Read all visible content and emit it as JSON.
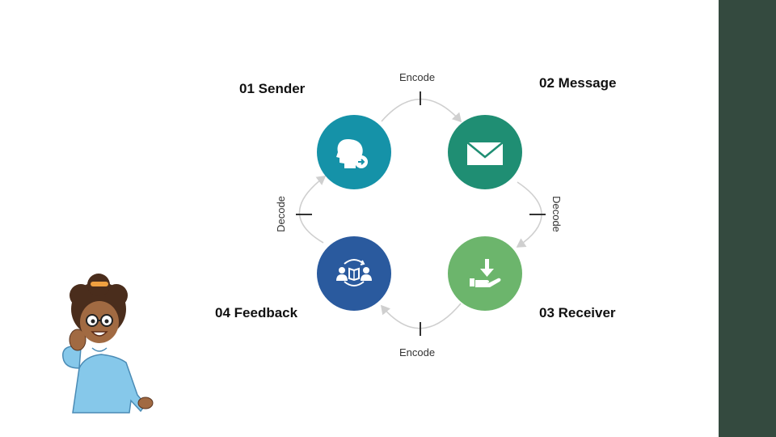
{
  "colors": {
    "side_bar": "#344a3f",
    "sender": "#1592a8",
    "message": "#1f8e73",
    "receiver": "#6cb56c",
    "feedback": "#2a5a9e",
    "arc": "#cfcfcf"
  },
  "stages": {
    "sender": {
      "number": "01",
      "title": "Sender",
      "icon": "head-arrow-icon"
    },
    "message": {
      "number": "02",
      "title": "Message",
      "icon": "envelope-icon"
    },
    "receiver": {
      "number": "03",
      "title": "Receiver",
      "icon": "hand-receive-icon"
    },
    "feedback": {
      "number": "04",
      "title": "Feedback",
      "icon": "people-book-icon"
    }
  },
  "connectors": {
    "top": "Encode",
    "right": "Decode",
    "bottom": "Encode",
    "left": "Decode"
  }
}
